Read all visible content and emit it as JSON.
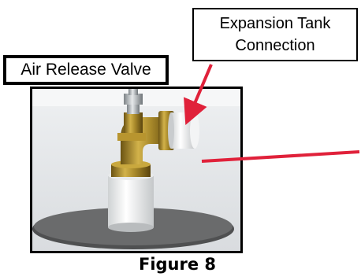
{
  "labels": {
    "air_release_valve": "Air Release Valve",
    "expansion_tank_line1": "Expansion Tank",
    "expansion_tank_line2": "Connection"
  },
  "caption": "Figure 8",
  "colors": {
    "arrow": "#e0213a",
    "border": "#000000",
    "fitting": "#a8892a",
    "base_plate": "#5f6061"
  }
}
